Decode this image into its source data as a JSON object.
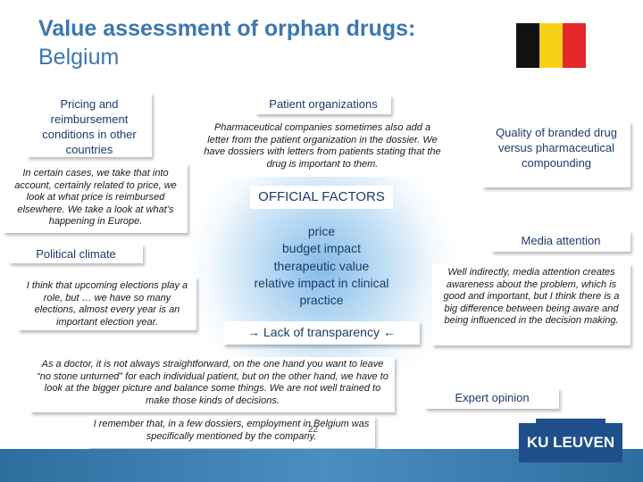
{
  "title": {
    "line1": "Value assessment of orphan drugs:",
    "line2": "Belgium"
  },
  "flag": {
    "colors": [
      "#111111",
      "#f7d117",
      "#e5262b"
    ]
  },
  "pricing": {
    "label": "Pricing and reimbursement conditions in other countries",
    "quote": "In certain cases, we take that into account, certainly related to price, we look at what price is reimbursed elsewhere. We take a look at what’s happening in Europe."
  },
  "political": {
    "label": "Political climate",
    "quote": "I think that upcoming elections play a role, but … we have so many elections, almost every year is an important election year."
  },
  "patient": {
    "label": "Patient organizations",
    "quote": "Pharmaceutical companies sometimes also add a letter from the patient organization in the dossier. We have dossiers with letters from patients stating that the drug is important to them."
  },
  "quality": {
    "label": "Quality of branded drug versus pharmaceutical compounding"
  },
  "official": {
    "heading": "OFFICIAL FACTORS",
    "items": [
      "price",
      "budget impact",
      "therapeutic value",
      "relative impact in clinical practice"
    ]
  },
  "transparency": {
    "label": "→ Lack of transparency ←"
  },
  "media": {
    "label": "Media attention",
    "quote": "Well indirectly, media attention creates awareness about the problem, which is good and important, but I think there is a big difference between being aware and being influenced in the decision making."
  },
  "doctor": {
    "quote": "As a doctor, it is not always straightforward, on the one hand you want to leave “no stone unturned” for each individual patient, but on the other hand, we have to look at the bigger picture and balance some things. We are not well trained to make those kinds of decisions."
  },
  "employment": {
    "quote": "I remember that, in a few dossiers, employment in Belgium was specifically mentioned by the company."
  },
  "expert": {
    "label": "Expert opinion"
  },
  "page_number": "22",
  "logo": {
    "text": "KU LEUVEN"
  }
}
